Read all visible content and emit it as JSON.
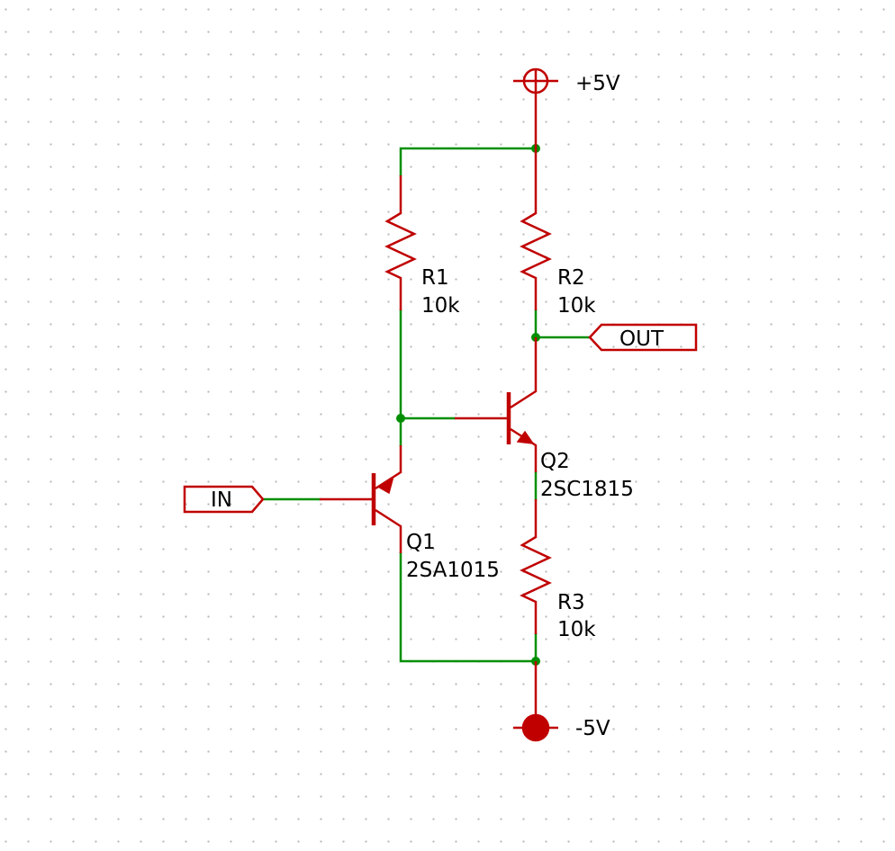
{
  "colors": {
    "wire": "#008f00",
    "component": "#c00000",
    "text": "#000000",
    "grid": "#b8b8b8"
  },
  "power": {
    "positive": {
      "label": "+5V",
      "symbol": "power-circle-icon"
    },
    "negative": {
      "label": "-5V",
      "symbol": "power-dot-icon"
    }
  },
  "ports": {
    "input": {
      "label": "IN"
    },
    "output": {
      "label": "OUT"
    }
  },
  "components": {
    "r1": {
      "ref": "R1",
      "value": "10k"
    },
    "r2": {
      "ref": "R2",
      "value": "10k"
    },
    "r3": {
      "ref": "R3",
      "value": "10k"
    },
    "q1": {
      "ref": "Q1",
      "value": "2SA1015",
      "type": "PNP"
    },
    "q2": {
      "ref": "Q2",
      "value": "2SC1815",
      "type": "NPN"
    }
  }
}
